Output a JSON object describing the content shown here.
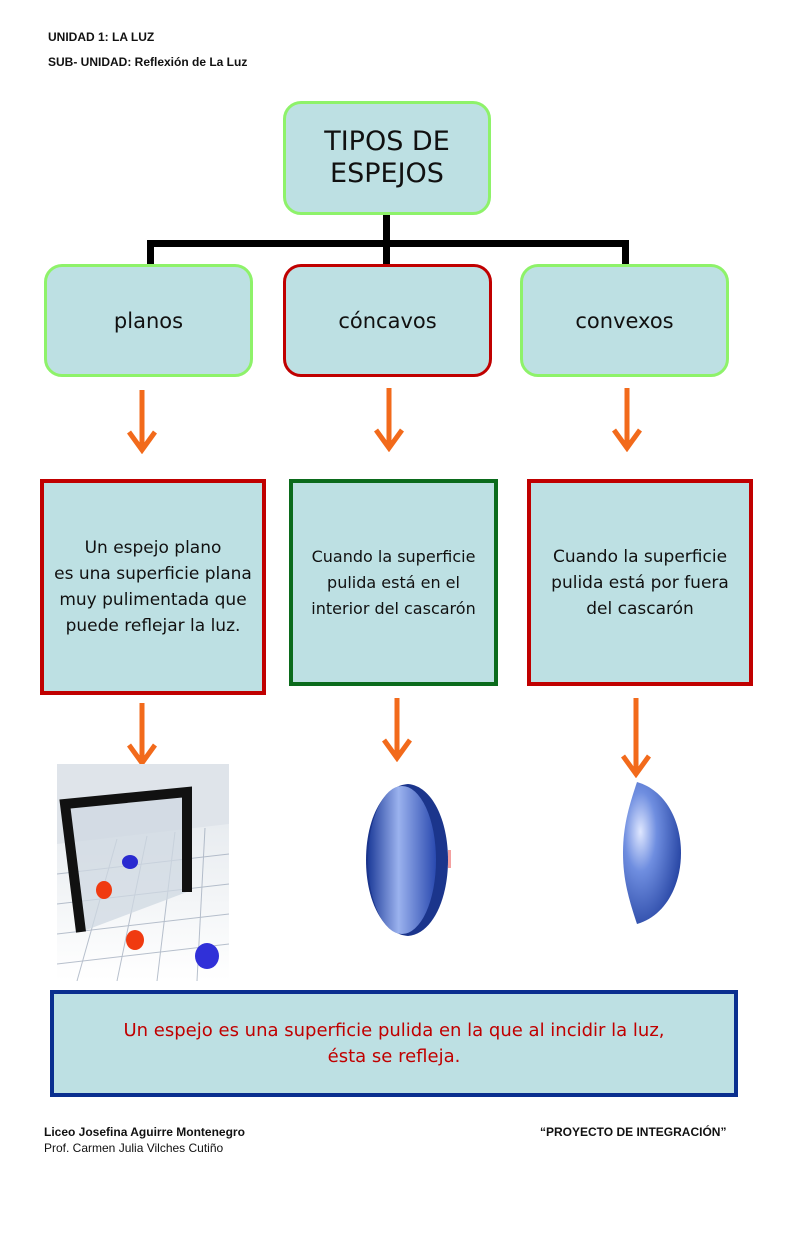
{
  "header": {
    "unit": "UNIDAD 1: LA LUZ",
    "subunit": "SUB- UNIDAD: Reflexión de La Luz"
  },
  "root": {
    "line1": "TIPOS DE",
    "line2": "ESPEJOS"
  },
  "types": [
    {
      "label": "planos"
    },
    {
      "label": "cóncavos"
    },
    {
      "label": "convexos"
    }
  ],
  "descriptions": {
    "planos": [
      "Un espejo plano",
      "es una superficie plana",
      "muy pulimentada que",
      "puede reflejar la luz."
    ],
    "concavos": [
      "Cuando la superficie",
      "pulida está en el",
      "interior del cascarón"
    ],
    "convexos": [
      "Cuando la superficie",
      "pulida está por fuera",
      "del cascarón"
    ]
  },
  "summary": {
    "line1": "Un espejo es una superficie pulida en la que al incidir la luz,",
    "line2": "ésta se refleja."
  },
  "footer": {
    "school": "Liceo Josefina Aguirre Montenegro",
    "teacher": "Prof. Carmen Julia Vilches Cutiño",
    "project": "“PROYECTO DE INTEGRACIÓN”"
  },
  "colors": {
    "box_fill": "#bde0e3",
    "green_border": "#8ef26a",
    "red_border": "#c00000",
    "dark_green_border": "#0b6b1c",
    "blue_border": "#0a2f8f",
    "arrow": "#f26a1b",
    "summary_text": "#c00000"
  },
  "icons": [
    "down-arrow-icon",
    "plane-mirror-image",
    "concave-mirror-image",
    "convex-mirror-image"
  ]
}
